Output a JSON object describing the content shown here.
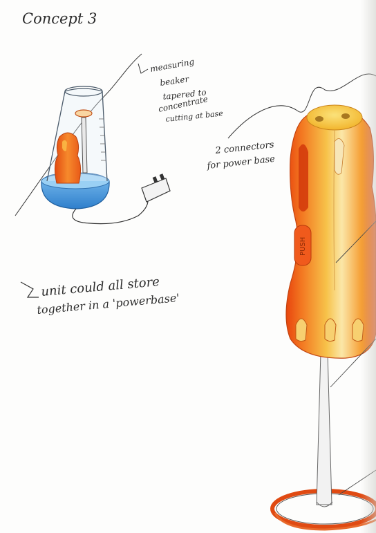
{
  "title": "Concept 3",
  "notes": {
    "beaker": [
      "measuring",
      "beaker",
      "tapered to",
      "concentrate",
      "cutting at base"
    ],
    "connectors": [
      "2 connectors",
      "for power base"
    ],
    "storage": [
      "unit could all store",
      "together in a 'powerbase'"
    ]
  },
  "button_text": "PUSH",
  "colors": {
    "orange": "#f06a1c",
    "yellow": "#f5c93a",
    "blue": "#3b8ed8",
    "ink": "#2c2c2c"
  }
}
